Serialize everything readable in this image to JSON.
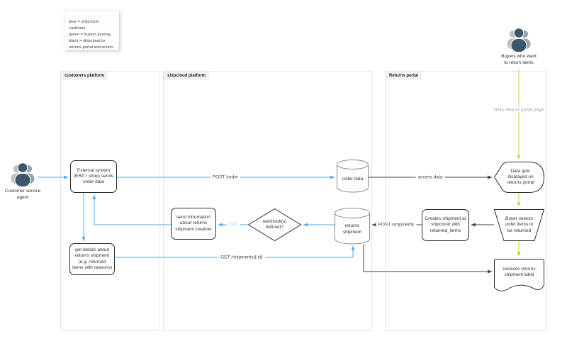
{
  "colors": {
    "blue": "#56a8e8",
    "green": "#c2d62f",
    "black": "#404040",
    "light_blue": "#8cd7f0",
    "lane_border": "#e6e6e6",
    "lane_header_bg": "#f2f2f2",
    "shape_border": "#2d2d2d",
    "cylinder_border": "#8c8c8c",
    "muted_text": "#9e9e9e"
  },
  "legend_note": {
    "text": "blue = shipcloud customer\ngreen = buyers journey\nblack = shipcloud to\nreturns portal interaction"
  },
  "lanes": [
    {
      "label": "customers platform"
    },
    {
      "label": "shipcloud platform"
    },
    {
      "label": "Returns portal"
    }
  ],
  "actors": {
    "customer_service_agent": {
      "label": "Customer service\nagent"
    },
    "buyers": {
      "label": "Buyers who want\nto return items"
    }
  },
  "nodes": {
    "external_system": "External system (ERP / shop) sends order data",
    "get_details": "get details about returns shipment (e.g. returned items with reasons)",
    "send_info": "send information about returns shipment creation",
    "webhook_decision": "webhook(s) defined?",
    "order_data": "order data",
    "returns_shipment": "returns shipment",
    "creates_shipment": "Creates shipment at shipcloud with returned_items",
    "data_displayed": "Data gets displayed on returns portal",
    "buyer_selects": "Buyer selects order items to be returned",
    "receives_label": "receives returns shipment label"
  },
  "edge_labels": {
    "post_order": "POST /order",
    "access_data": "access data",
    "post_shipments": "POST /shipments",
    "get_shipments": "GET /shipments/{:id}",
    "yes": "YES",
    "visits_portal": "visits returns portal page"
  }
}
